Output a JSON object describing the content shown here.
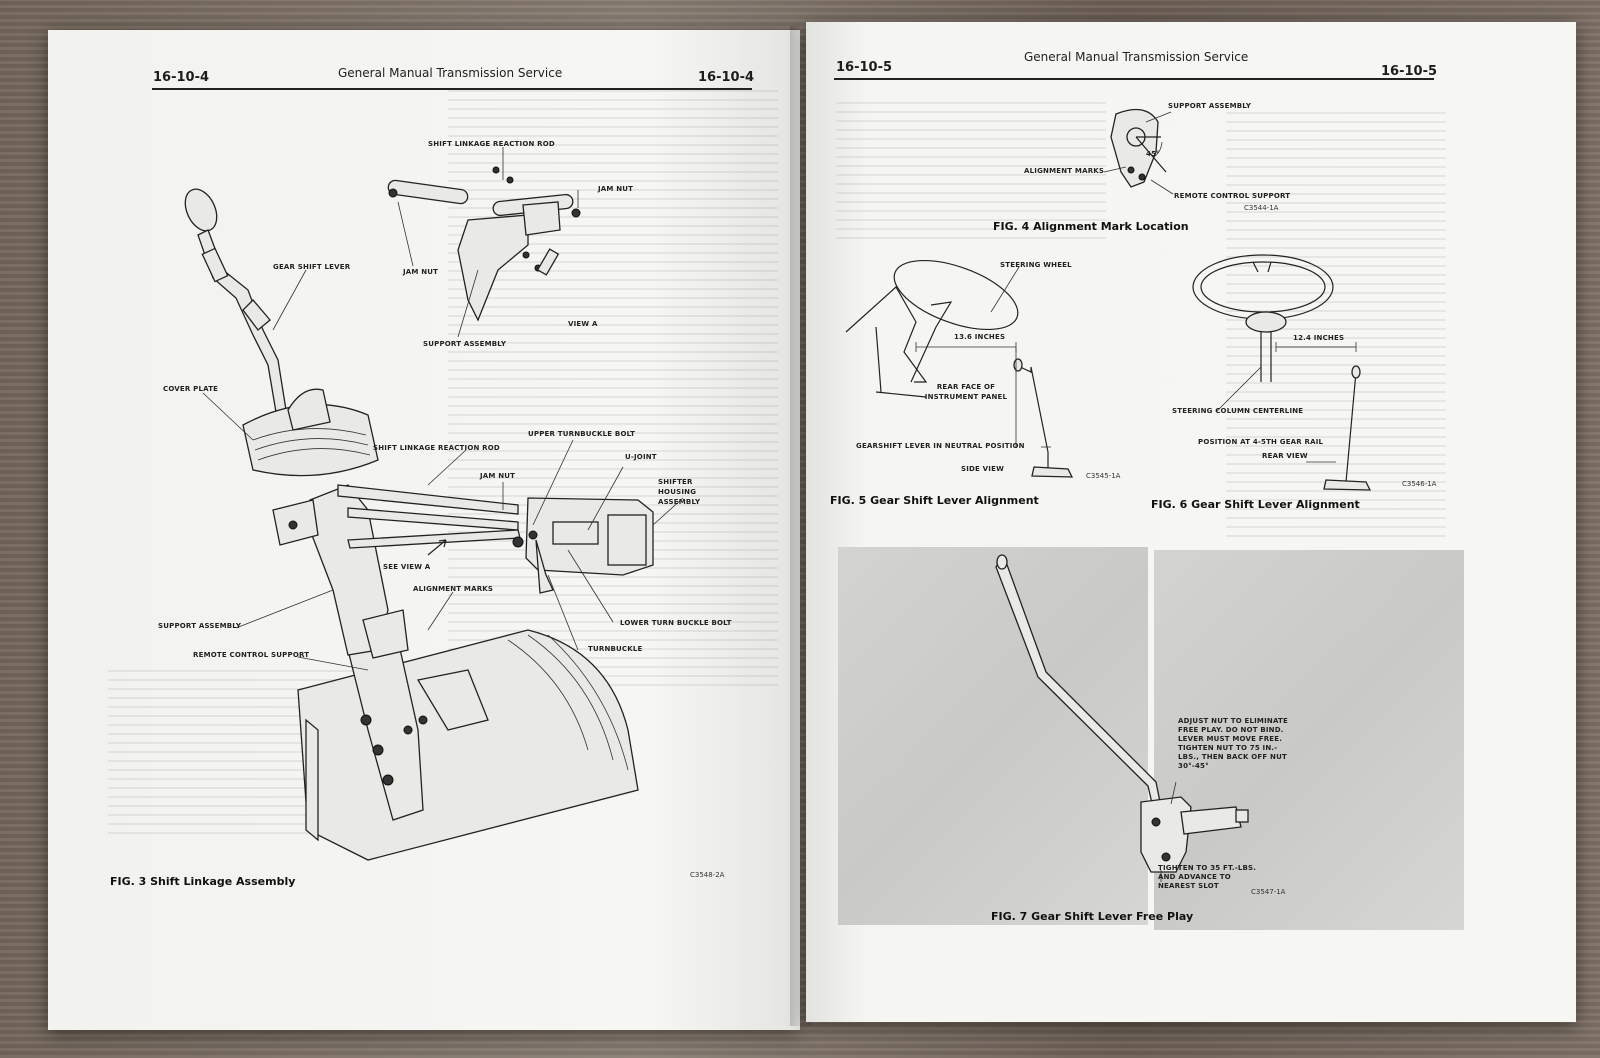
{
  "left_page": {
    "page_num_left": "16-10-4",
    "page_num_right": "16-10-4",
    "header_title": "General Manual Transmission Service",
    "fig3": {
      "caption": "FIG. 3  Shift Linkage Assembly",
      "code": "C3548-2A",
      "labels": {
        "reaction_rod_top": "SHIFT LINKAGE REACTION ROD",
        "jam_nut_top": "JAM NUT",
        "gear_shift_lever": "GEAR SHIFT LEVER",
        "jam_nut_mid": "JAM NUT",
        "support_assembly_top": "SUPPORT ASSEMBLY",
        "view_a": "VIEW A",
        "cover_plate": "COVER PLATE",
        "reaction_rod_mid": "SHIFT LINKAGE REACTION ROD",
        "upper_turnbuckle_bolt": "UPPER TURNBUCKLE BOLT",
        "u_joint": "U-JOINT",
        "jam_nut_low": "JAM NUT",
        "shifter_housing": "SHIFTER HOUSING ASSEMBLY",
        "see_view_a": "SEE VIEW A",
        "alignment_marks": "ALIGNMENT MARKS",
        "support_assembly_low": "SUPPORT ASSEMBLY",
        "lower_turnbuckle_bolt": "LOWER TURN BUCKLE BOLT",
        "remote_control_support": "REMOTE CONTROL SUPPORT",
        "turnbuckle": "TURNBUCKLE"
      }
    }
  },
  "right_page": {
    "page_num_left": "16-10-5",
    "page_num_right": "16-10-5",
    "header_title": "General Manual Transmission Service",
    "fig4": {
      "caption": "FIG. 4  Alignment Mark Location",
      "code": "C3544-1A",
      "labels": {
        "support_assembly": "SUPPORT ASSEMBLY",
        "alignment_marks": "ALIGNMENT MARKS",
        "angle": "45°",
        "remote_control_support": "REMOTE CONTROL SUPPORT"
      }
    },
    "fig5": {
      "caption": "FIG. 5  Gear Shift Lever Alignment",
      "code": "C3545-1A",
      "labels": {
        "steering_wheel": "STEERING WHEEL",
        "distance": "13.6 INCHES",
        "rear_face": "REAR FACE OF INSTRUMENT PANEL",
        "gearshift_neutral": "GEARSHIFT LEVER IN NEUTRAL POSITION",
        "side_view": "SIDE VIEW"
      }
    },
    "fig6": {
      "caption": "FIG. 6  Gear Shift Lever Alignment",
      "code": "C3546-1A",
      "labels": {
        "distance": "12.4 INCHES",
        "steering_column": "STEERING COLUMN CENTERLINE",
        "position": "POSITION AT 4-5TH GEAR RAIL",
        "rear_view": "REAR VIEW"
      }
    },
    "fig7": {
      "caption": "FIG. 7  Gear Shift Lever Free Play",
      "code": "C3547-1A",
      "labels": {
        "adjust_note": "ADJUST NUT TO ELIMINATE FREE PLAY.  DO NOT BIND. LEVER MUST MOVE FREE. TIGHTEN NUT TO 75 IN.-LBS., THEN BACK OFF NUT 30°-45°",
        "tighten_note": "TIGHTEN TO 35 FT.-LBS. AND ADVANCE TO NEAREST SLOT"
      }
    }
  }
}
